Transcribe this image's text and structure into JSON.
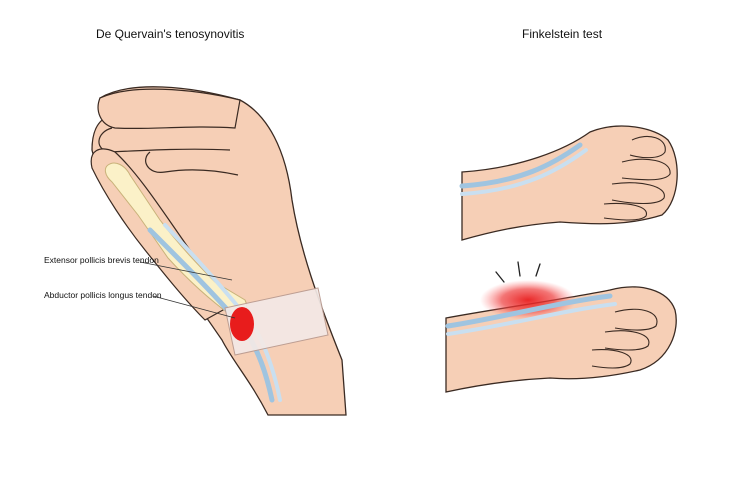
{
  "titles": {
    "left": "De Quervain's tenosynovitis",
    "right": "Finkelstein test"
  },
  "labels": {
    "epb": "Extensor pollicis brevis tendon",
    "apl": "Abductor pollicis longus tendon"
  },
  "colors": {
    "skin": "#f6cfb6",
    "skin_shade": "#e8b394",
    "outline": "#3a2a22",
    "bone": "#fbf1c8",
    "tendon": "#c9dff0",
    "inflammation": "#e81c1c",
    "bandage": "#f3e9e6"
  }
}
